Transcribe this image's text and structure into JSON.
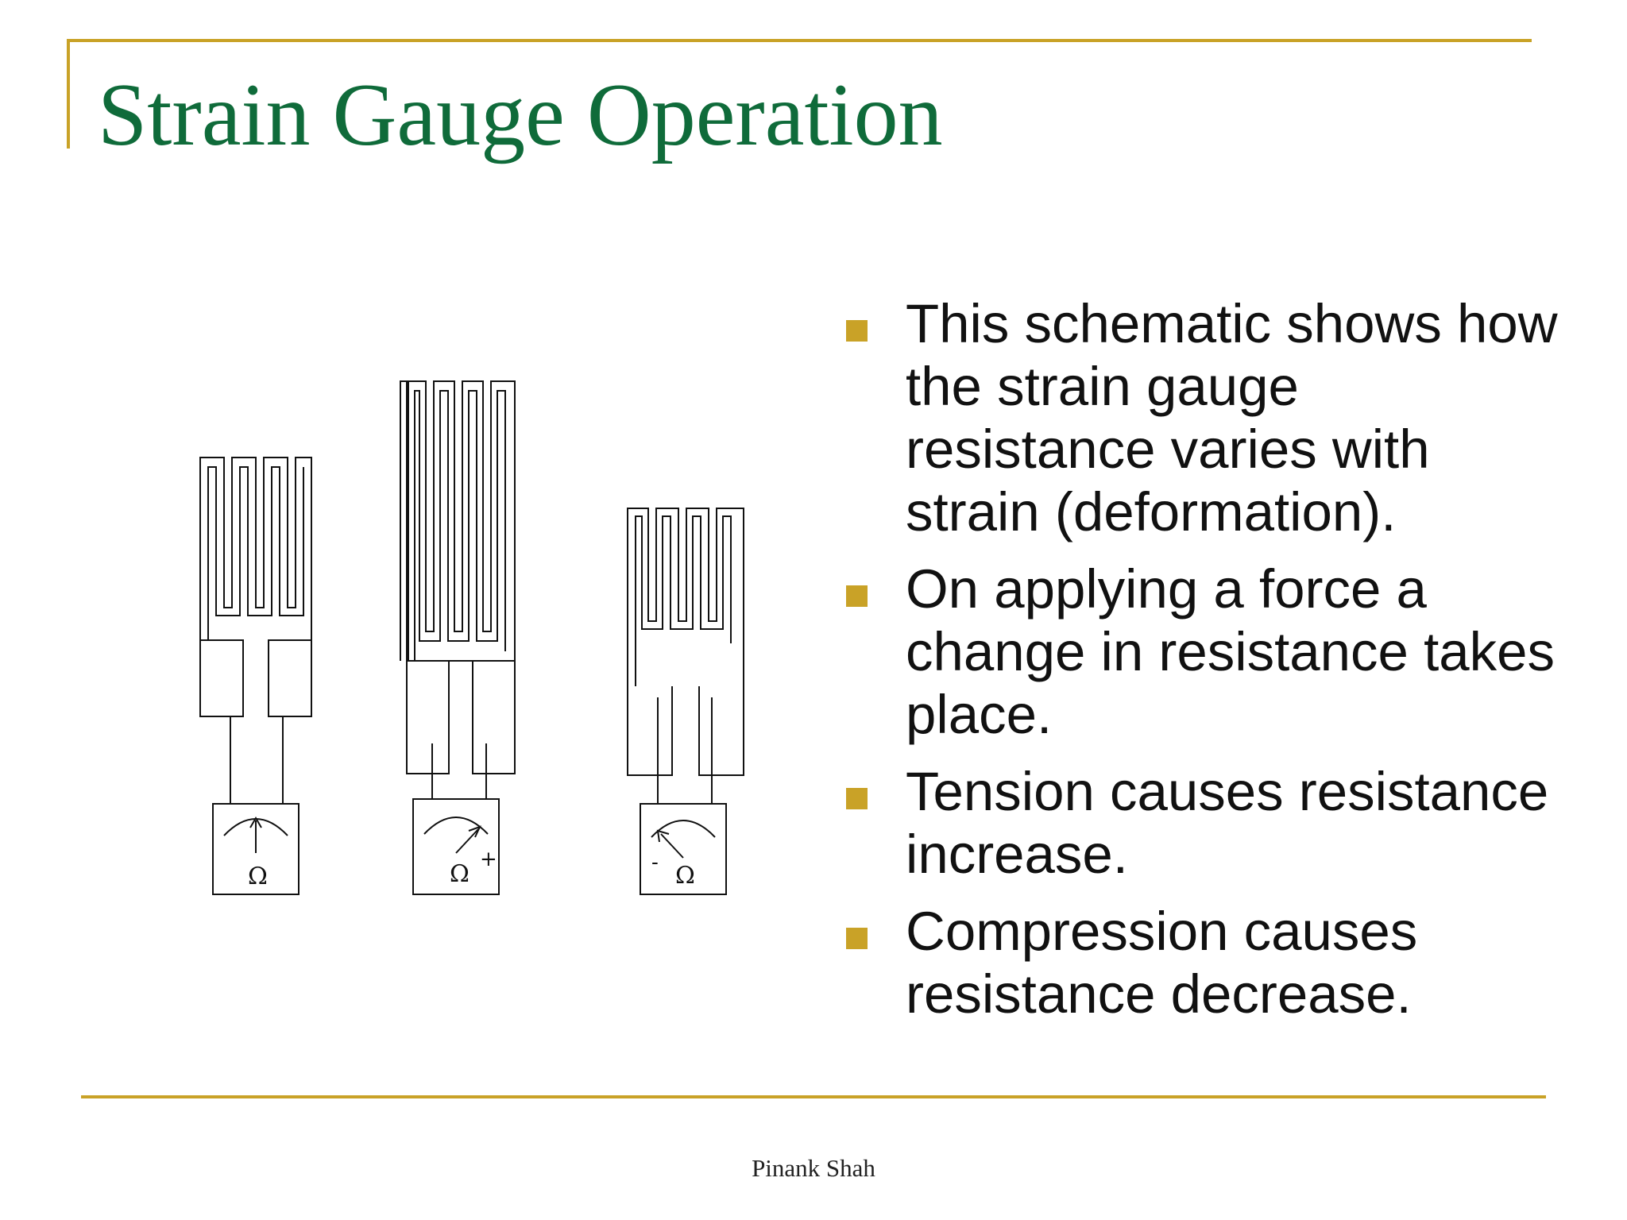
{
  "slide": {
    "title": "Strain Gauge Operation",
    "bullets": [
      "This schematic shows how the strain gauge resistance varies with strain (deformation).",
      "On applying a force a change in resistance takes place.",
      "Tension causes resistance increase.",
      "Compression causes resistance decrease."
    ],
    "footer": "Pinank Shah"
  },
  "diagram": {
    "gauges": [
      {
        "state": "unstrained",
        "meter_symbol": "Ω",
        "meter_sign": ""
      },
      {
        "state": "tension",
        "meter_symbol": "Ω",
        "meter_sign": "+"
      },
      {
        "state": "compression",
        "meter_symbol": "Ω",
        "meter_sign": "-"
      }
    ]
  },
  "colors": {
    "title": "#0f6b3a",
    "accent": "#c9a227",
    "text": "#111111"
  }
}
